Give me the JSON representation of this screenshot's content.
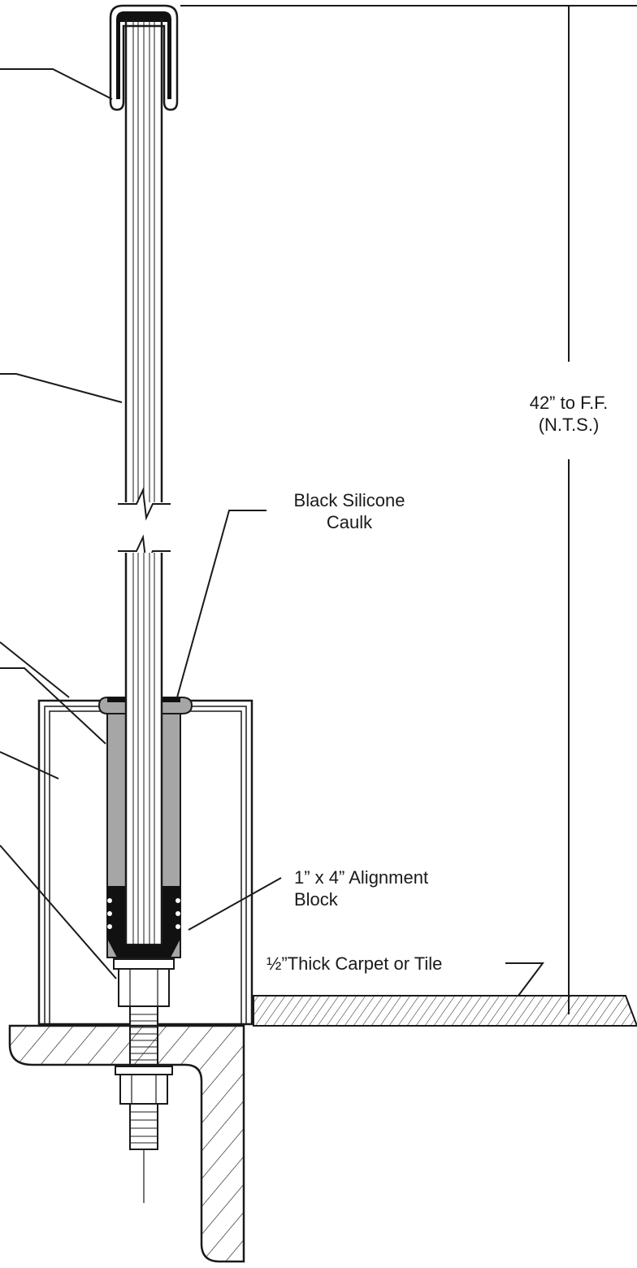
{
  "labels": {
    "black_silicone_caulk": [
      "Black Silicone",
      "Caulk"
    ],
    "alignment_block": [
      "1” x 4” Alignment",
      "Block"
    ],
    "carpet_or_tile": "½”Thick Carpet or Tile",
    "height_dimension": [
      "42” to F.F.",
      "(N.T.S.)"
    ]
  },
  "colors": {
    "line": "#1a1a1a",
    "grout_gray": "#a6a6a6",
    "caulk_black": "#111111"
  }
}
